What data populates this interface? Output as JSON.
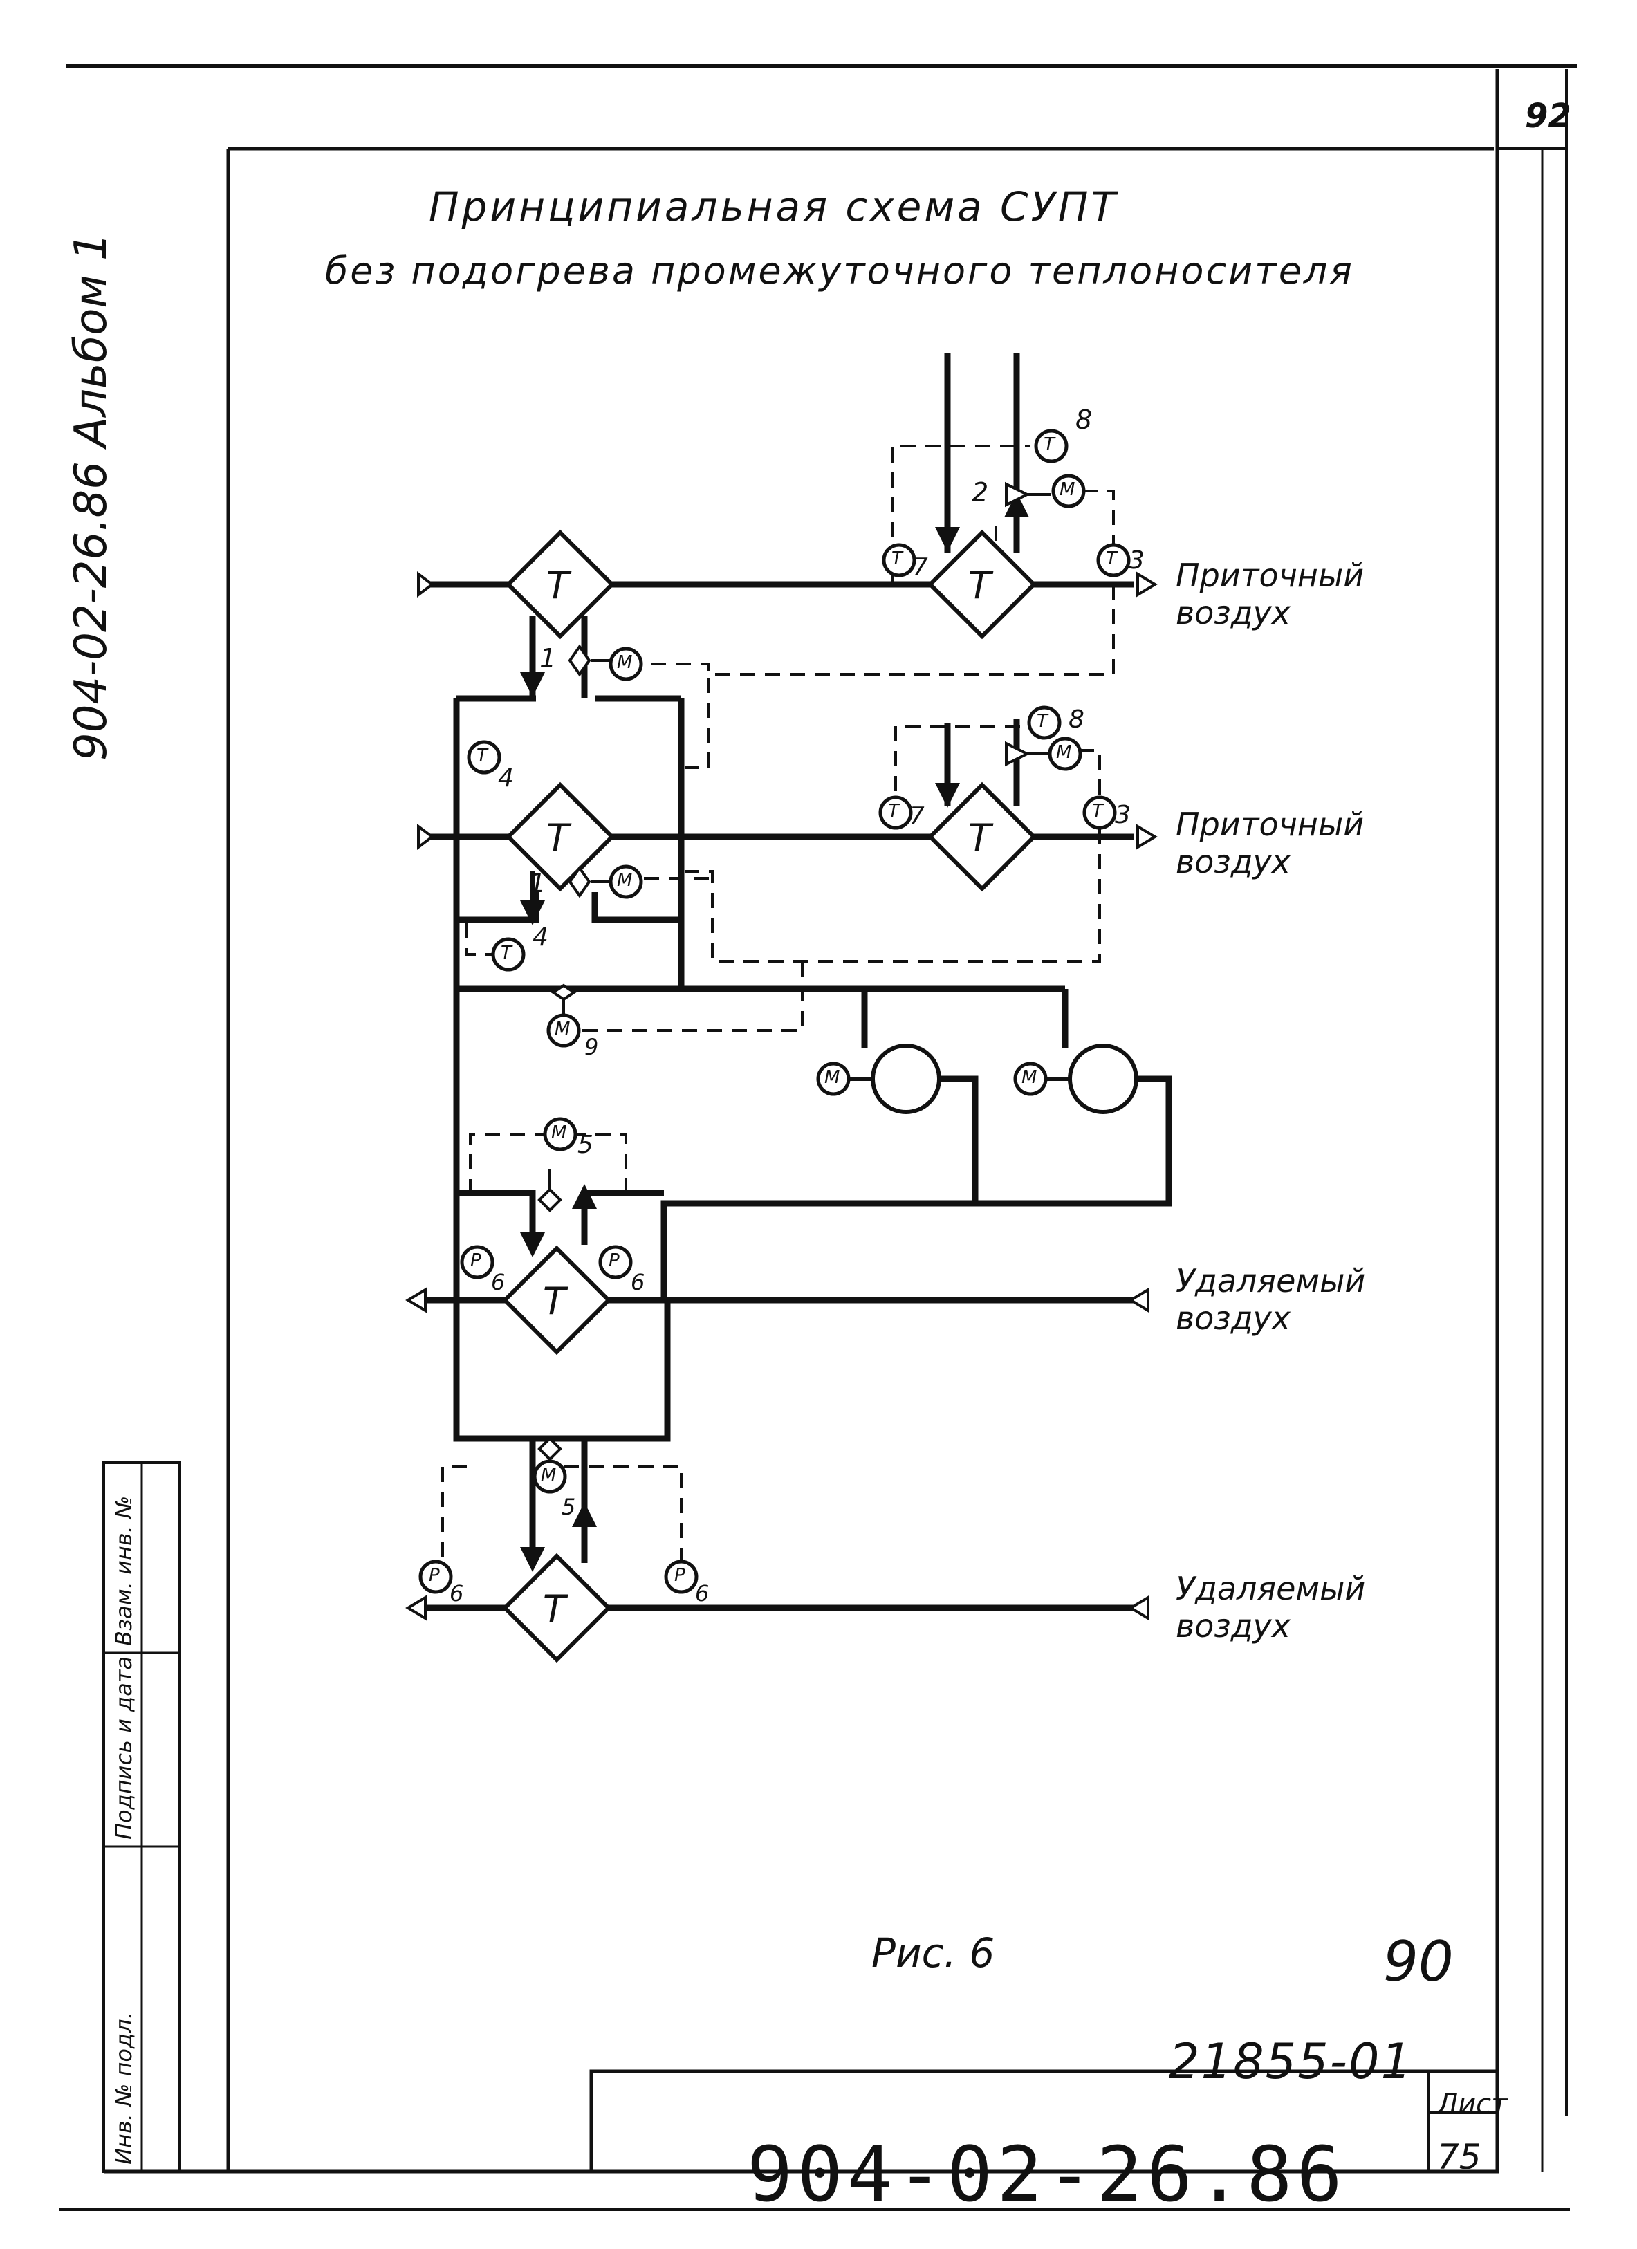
{
  "title": {
    "line1": "Принципиальная схема СУПТ",
    "line2": "без подогрева промежуточного теплоносителя"
  },
  "side_code": "904-02-26.86 Альбом 1",
  "sheet_mark": "92",
  "heat_exchanger_symbol": "T",
  "motor_symbol": "M",
  "temp_sensor_symbol": "T",
  "pressure_sensor_symbol": "P",
  "air_labels": {
    "supply_1": [
      "Приточный",
      "воздух"
    ],
    "supply_2": [
      "Приточный",
      "воздух"
    ],
    "exhaust_1": [
      "Удаляемый",
      "воздух"
    ],
    "exhaust_2": [
      "Удаляемый",
      "воздух"
    ]
  },
  "component_numbers": {
    "valve_1": "1",
    "valve_1b": "1",
    "valve_2": "2",
    "sensor_3": "3",
    "sensor_3b": "3",
    "sensor_4": "4",
    "sensor_4b": "4",
    "motor_5": "5",
    "motor_5b": "5",
    "sensor_6a": "6",
    "sensor_6b": "6",
    "sensor_6c": "6",
    "sensor_6d": "6",
    "sensor_7": "7",
    "sensor_7b": "7",
    "sensor_8": "8",
    "sensor_8b": "8",
    "motor_9": "9"
  },
  "figure_caption": "Рис. 6",
  "page_number_handwritten": "90",
  "registration_number": "21855-01",
  "stamp": {
    "code": "904-02-26.86",
    "sheet_label": "Лист",
    "sheet_number": "75"
  },
  "side_table": {
    "cell_1": "Инв. № подл.",
    "cell_2": "Подпись и дата",
    "cell_3": "Взам. инв. №"
  }
}
